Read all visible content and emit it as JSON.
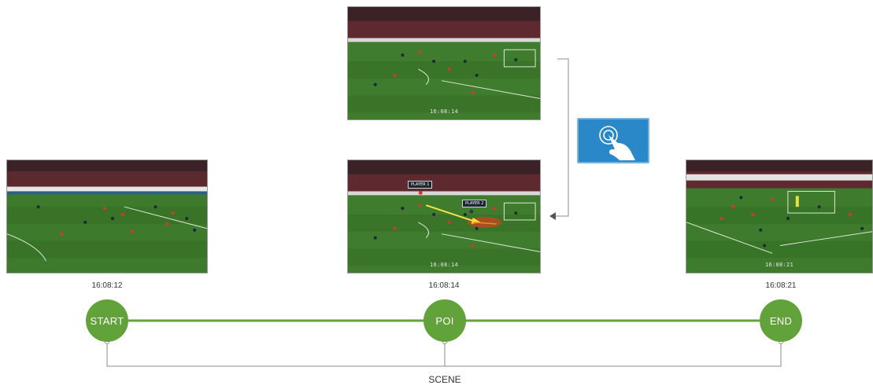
{
  "timeline": {
    "start_label": "START",
    "poi_label": "POI",
    "end_label": "END",
    "scene_label": "SCENE"
  },
  "frames": {
    "start": {
      "timestamp": "16:08:12"
    },
    "poi_top": {
      "timestamp_overlay": "16:08:14"
    },
    "poi": {
      "timestamp": "16:08:14",
      "timestamp_overlay": "16:08:14",
      "player_tags": [
        "PLAYER 1",
        "PLAYER 2"
      ]
    },
    "end": {
      "timestamp": "16:08:21",
      "timestamp_overlay": "16:08:21"
    }
  },
  "touch_icon": "tap-gesture-icon",
  "colors": {
    "timeline_green": "#62a23b",
    "connector_gray": "#8c8c8c",
    "touch_blue": "#2a88c8",
    "pitch_green": "#3f7a2e",
    "crowd_red": "#6e2a2a"
  }
}
